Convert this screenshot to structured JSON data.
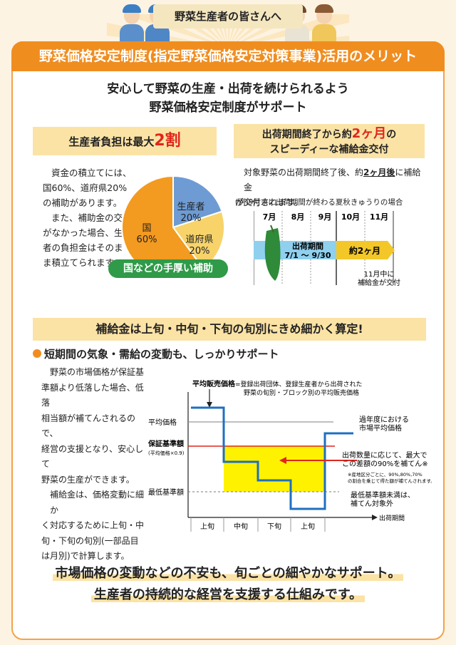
{
  "top_tag": "野菜生産者の皆さんへ",
  "title": "野菜価格安定制度(指定野菜価格安定対策事業)活用のメリット",
  "lead": [
    "安心して野菜の生産・出荷を続けられるよう",
    "野菜価格安定制度がサポート"
  ],
  "left_box": {
    "head_pre": "生産者負担は最大",
    "head_em": "2割",
    "para": [
      "資金の積立てには、",
      "国60%、道府県20%",
      "の補助があります。",
      "また、補助金の交付",
      "がなかった場合、生産",
      "者の負担金はそのま",
      "ま積立てられます。"
    ],
    "pie": {
      "slices": [
        {
          "label": "生産者",
          "pct": "20%",
          "value": 20,
          "color": "#6e9bd3"
        },
        {
          "label": "道府県",
          "pct": "20%",
          "value": 20,
          "color": "#f7d36a"
        },
        {
          "label": "国",
          "pct": "60%",
          "value": 60,
          "color": "#f39a20"
        }
      ],
      "banner": "国などの手厚い補助"
    }
  },
  "right_box": {
    "head_line1_pre": "出荷期間終了から約",
    "head_line1_em": "2ヶ月",
    "head_line1_post": "の",
    "head_line2": "スピーディーな補給金交付",
    "para_pre": "対象野菜の出荷期間終了後、約",
    "para_em": "2ヶ月後",
    "para_post": "に補給金",
    "para2": "が交付されます。",
    "example": "(例)9月末に出荷期間が終わる夏秋きゅうりの場合",
    "months": [
      "7月",
      "8月",
      "9月",
      "10月",
      "11月"
    ],
    "period_label": "出荷期間",
    "period_range": "7/1 〜 9/30",
    "arrow_label": "約2ヶ月",
    "note": [
      "11月中に",
      "補給金が交付"
    ]
  },
  "mid_head": "補給金は上旬・中旬・下旬の旬別にきめ細かく算定!",
  "sub_head": "短期間の気象・需給の変動も、しっかりサポート",
  "left_para": [
    "野菜の市場価格が保証基",
    "準額より低落した場合、低落",
    "相当額が補てんされるので、",
    "経営の支援となり、安心して",
    "野菜の生産ができます。",
    "補給金は、価格変動に細か",
    "く対応するために上旬・中",
    "旬・下旬の旬別(一部品目",
    "は月別)で計算します。"
  ],
  "graph": {
    "def_label": "平均販売価格",
    "def_text1": "=登録出荷団体、登録生産者から出荷された",
    "def_text2": "野菜の旬別・ブロック別の平均販売価格",
    "avg_price": "平均価格",
    "guarantee": "保証基準額",
    "guarantee_sub": "(平均価格×0.9)",
    "min_base": "最低基準額",
    "past_avg": [
      "過年度における",
      "市場平均価格"
    ],
    "compensation": [
      "出荷数量に応じて、最大で",
      "この差額の90%を補てん※"
    ],
    "note_small": [
      "※産地区分ごとに、90%,80%,70%",
      "の割合を乗じて得た額が補てんされます。"
    ],
    "below_min": [
      "最低基準額未満は、",
      "補てん対象外"
    ],
    "x_axis": "出荷期間",
    "periods": [
      "上旬",
      "中旬",
      "下旬",
      "上旬"
    ]
  },
  "bottom": [
    "市場価格の変動などの不安も、旬ごとの細やかなサポート。",
    "生産者の持続的な経営を支援する仕組みです。"
  ]
}
